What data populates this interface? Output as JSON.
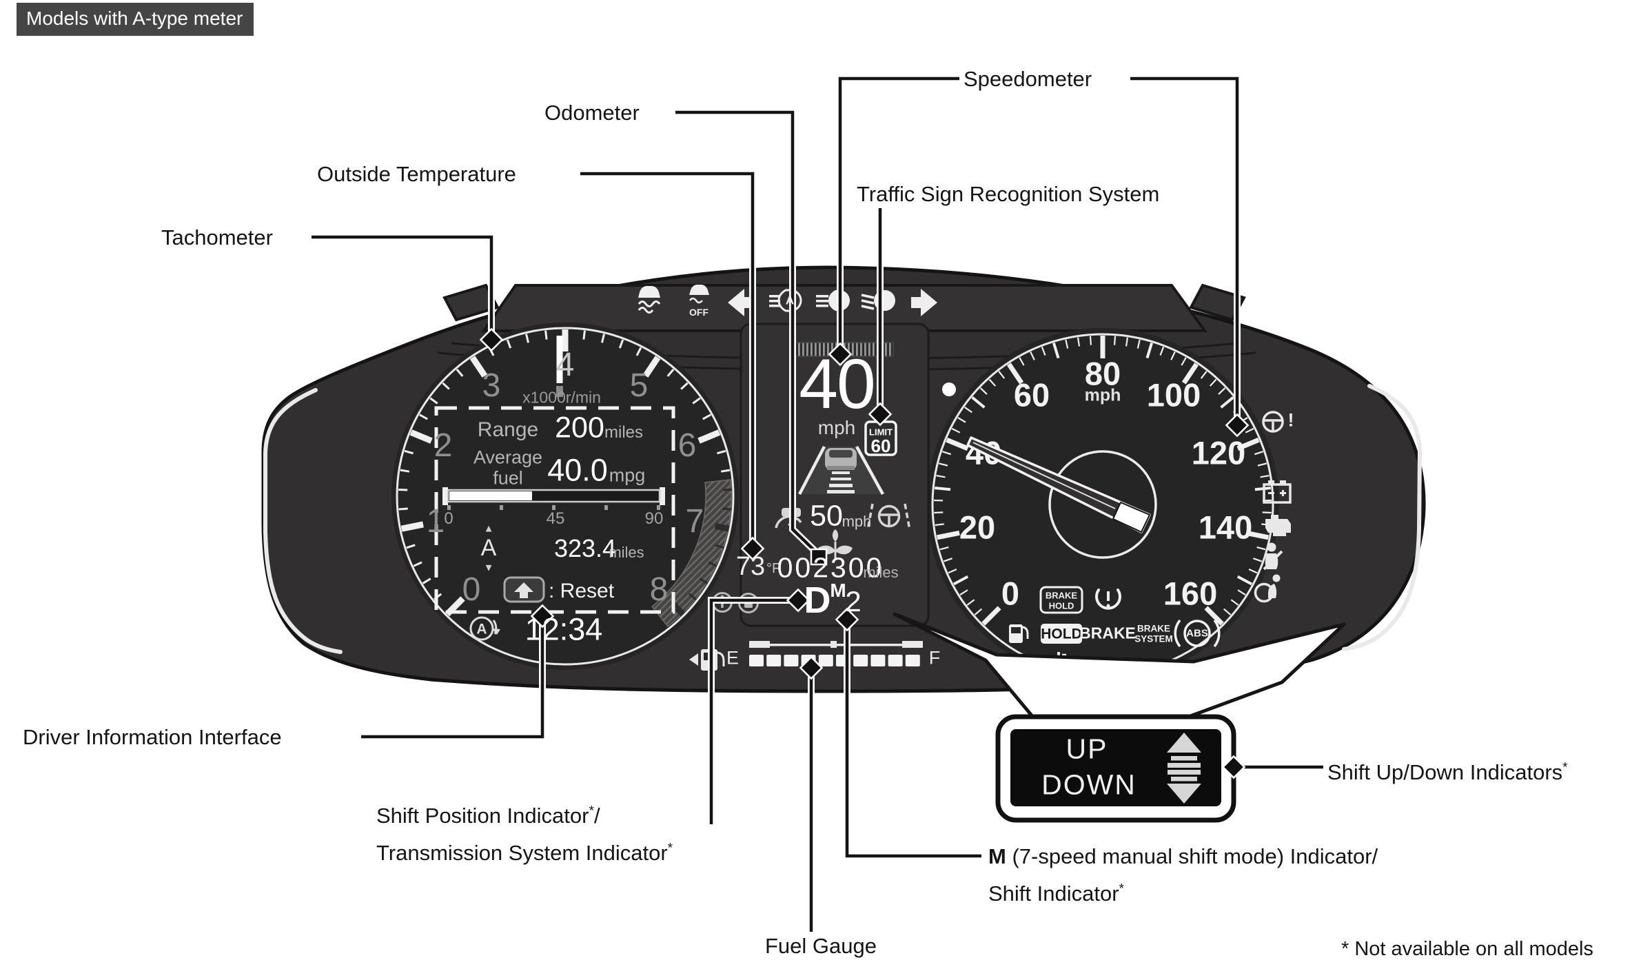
{
  "colors": {
    "page_bg": "#ffffff",
    "badge_bg": "#454545",
    "badge_text": "#ffffff",
    "cluster_body": "#312f2f",
    "label_text": "#151515",
    "display_white": "#f5f5f5",
    "dim_gray": "#b5b5b5",
    "tach_number_gray": "#8f8f8f"
  },
  "badge": "Models with A-type meter",
  "footnote": "* Not available on all models",
  "labels": {
    "tachometer": "Tachometer",
    "outside_temperature": "Outside Temperature",
    "odometer": "Odometer",
    "speedometer": "Speedometer",
    "traffic_sign": "Traffic Sign Recognition System",
    "driver_info": "Driver Information Interface",
    "shift_position_1": {
      "text": "Shift Position Indicator",
      "sup": "*",
      "tail": "/"
    },
    "shift_position_2": {
      "text": "Transmission System Indicator",
      "sup": "*",
      "tail": ""
    },
    "fuel_gauge": "Fuel Gauge",
    "m_indicator_bold": "M",
    "m_indicator_rest": " (7-speed manual shift mode) Indicator/",
    "m_indicator_2": {
      "text": "Shift Indicator",
      "sup": "*",
      "tail": ""
    },
    "shift_updown": {
      "text": "Shift Up/Down Indicators",
      "sup": "*",
      "tail": ""
    }
  },
  "tachometer": {
    "numbers": [
      "0",
      "1",
      "2",
      "3",
      "4",
      "5",
      "6",
      "7",
      "8"
    ],
    "unit": "x1000r/min"
  },
  "speedometer": {
    "numbers": [
      "0",
      "20",
      "40",
      "60",
      "80",
      "100",
      "120",
      "140",
      "160"
    ],
    "unit": "mph"
  },
  "driver_info": {
    "range_label": "Range",
    "range_value": "200",
    "range_unit": "miles",
    "average_label_1": "Average",
    "average_label_2": "fuel",
    "average_value": "40.0",
    "average_unit": "mpg",
    "bar_scale": [
      "0",
      "45",
      "90"
    ],
    "trip_up": "▲",
    "trip_selector": "A",
    "trip_down": "▼",
    "trip_value": "323.4",
    "trip_unit": "miles",
    "reset_label": ": Reset",
    "auto_idle_glyph": "A",
    "clock": "12:34"
  },
  "center_display": {
    "speed_value": "40",
    "speed_unit": "mph",
    "limit_label": "LIMIT",
    "limit_value": "60",
    "set_speed": "50",
    "set_speed_unit": "mph",
    "temp_value": "73",
    "temp_unit": "°F",
    "odometer_value": "002300",
    "odometer_unit": "miles",
    "shift_position": "D",
    "shift_mode": "M",
    "shift_gear": "2"
  },
  "fuel": {
    "empty": "E",
    "full": "F"
  },
  "indicators": {
    "vsa_off": "OFF",
    "auto_headlight": "A",
    "steering_warn": "!",
    "brake_hold_1": "BRAKE",
    "brake_hold_2": "HOLD",
    "hold": "HOLD",
    "brake": "BRAKE",
    "brake_system_1": "BRAKE",
    "brake_system_2": "SYSTEM",
    "abs": "ABS"
  },
  "updown": {
    "up": "UP",
    "down": "DOWN"
  }
}
